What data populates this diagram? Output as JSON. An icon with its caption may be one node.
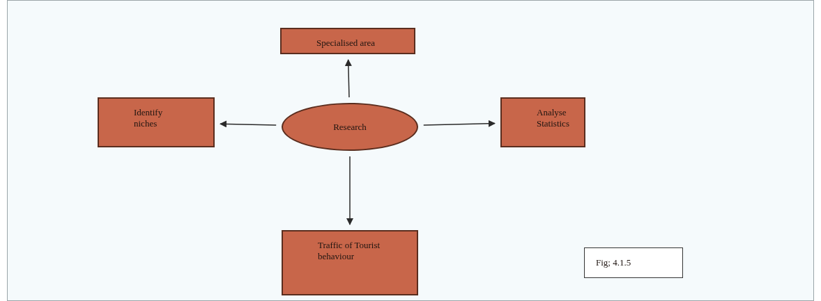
{
  "diagram": {
    "nodes": [
      {
        "text": [
          "Specialised area"
        ]
      },
      {
        "text": [
          "Identify niches"
        ]
      },
      {
        "text": [
          "Research"
        ]
      },
      {
        "text": [
          "Analyse Statistics"
        ]
      },
      {
        "text": [
          "Traffic of Tourist behaviour"
        ]
      },
      {
        "text": [
          "Fig; 4.1.5"
        ]
      }
    ],
    "edges": [
      {
        "from": 2,
        "to": 0,
        "arrow": "to"
      },
      {
        "from": 2,
        "to": 1,
        "arrow": "to"
      },
      {
        "from": 2,
        "to": 3,
        "arrow": "to"
      },
      {
        "from": 2,
        "to": 4,
        "arrow": "to"
      }
    ]
  }
}
